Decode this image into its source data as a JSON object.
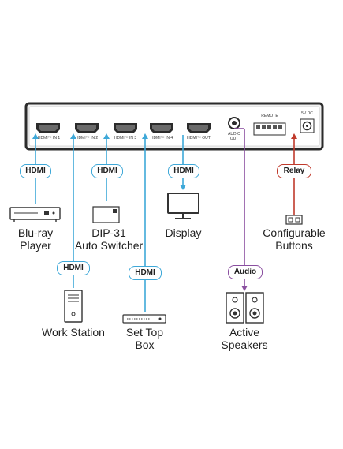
{
  "device": {
    "ports": [
      {
        "label": "HDMI™ IN 1"
      },
      {
        "label": "HDMI™ IN 2"
      },
      {
        "label": "HDMI™ IN 3"
      },
      {
        "label": "HDMI™ IN 4"
      },
      {
        "label": "HDMI™ OUT"
      }
    ],
    "audio_out_label": "AUDIO\nOUT",
    "remote_label": "REMOTE",
    "power_label": "5V DC"
  },
  "badges": {
    "hdmi": "HDMI",
    "audio": "Audio",
    "relay": "Relay"
  },
  "nodes": {
    "bluray": "Blu-ray\nPlayer",
    "dip31": "DIP-31\nAuto Switcher",
    "display": "Display",
    "configurable": "Configurable\nButtons",
    "workstation": "Work Station",
    "settop": "Set Top\nBox",
    "speakers": "Active\nSpeakers"
  },
  "colors": {
    "hdmi_line": "#3ea8d8",
    "audio_line": "#8a4fa0",
    "relay_line": "#c0392b",
    "device_body": "#2b2b2b"
  },
  "icons": {
    "bluray": "bluray-player-icon",
    "dip31": "switcher-box-icon",
    "display": "monitor-icon",
    "buttons": "button-panel-icon",
    "workstation": "pc-tower-icon",
    "settop": "settop-box-icon",
    "speakers": "speakers-icon"
  }
}
